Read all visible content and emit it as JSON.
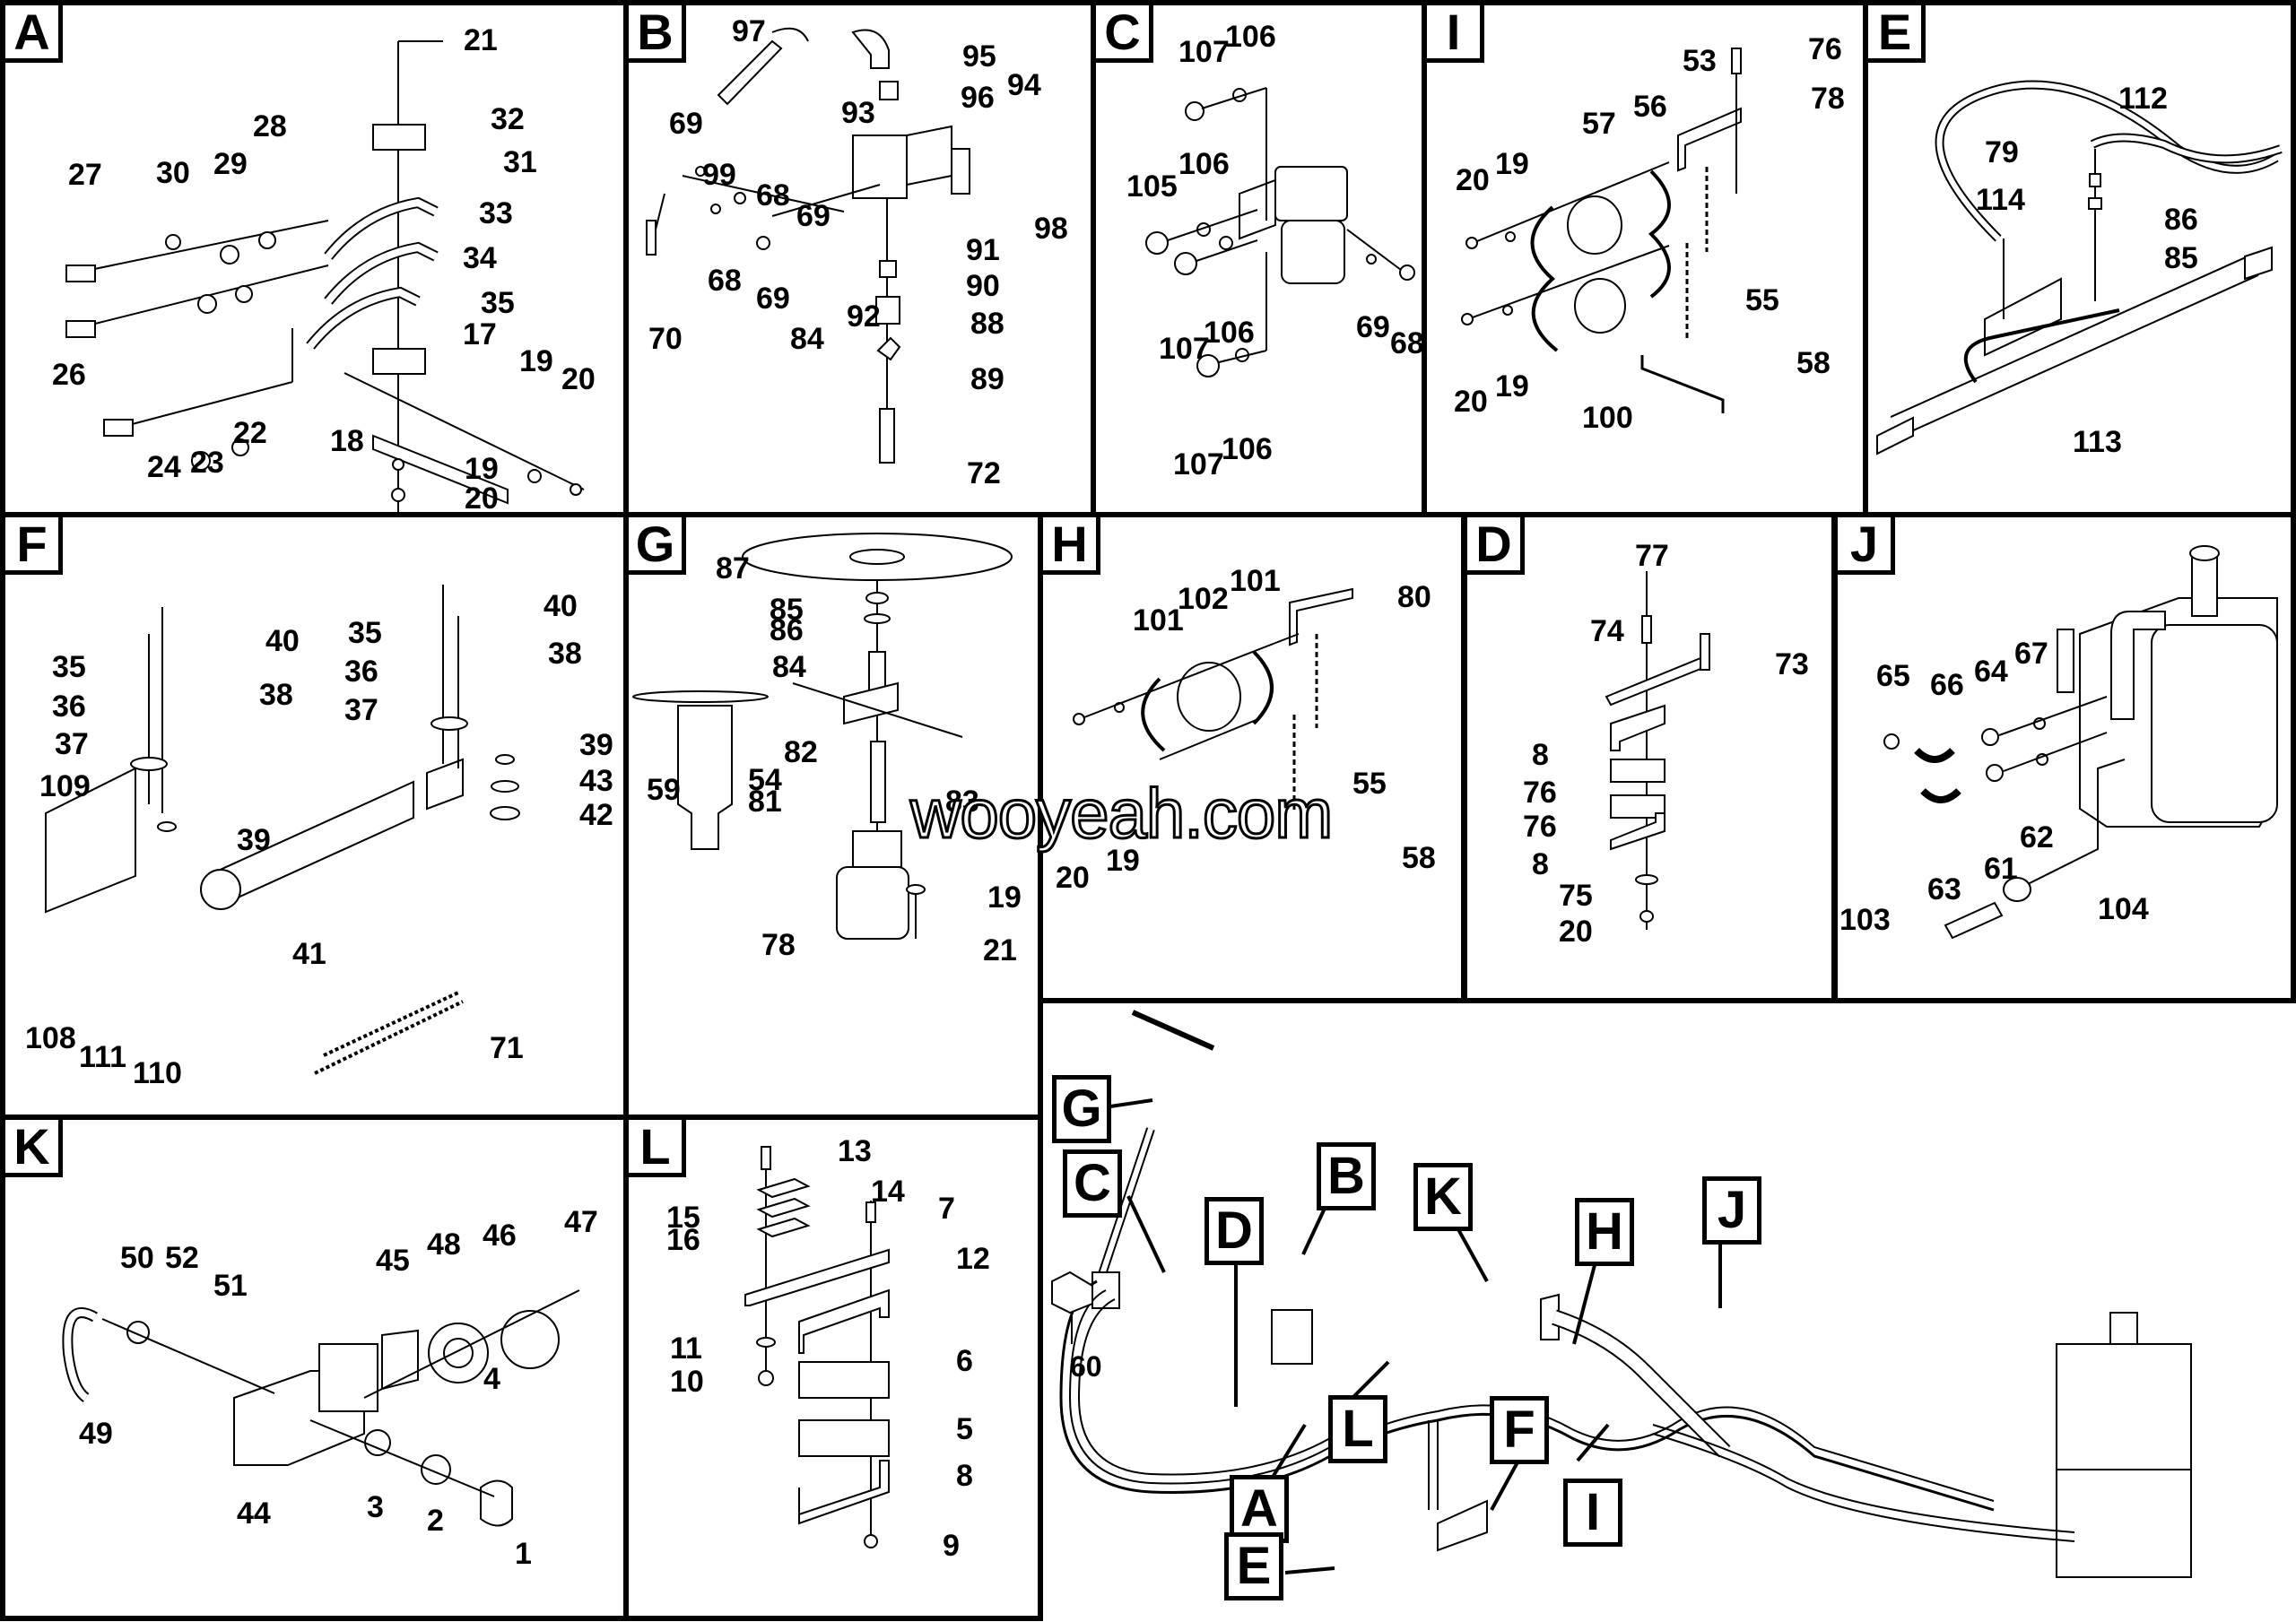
{
  "title": "Steering hydraulic system exploded parts diagram",
  "watermark": "wooyeah.com",
  "panels": {
    "A": {
      "tag": "A",
      "labels": [
        "21",
        "32",
        "31",
        "33",
        "34",
        "35",
        "17",
        "19",
        "20",
        "18",
        "19",
        "20",
        "27",
        "30",
        "29",
        "28",
        "26",
        "24",
        "23",
        "22"
      ]
    },
    "B": {
      "tag": "B",
      "labels": [
        "97",
        "95",
        "93",
        "96",
        "94",
        "69",
        "99",
        "68",
        "69",
        "98",
        "68",
        "69",
        "84",
        "92",
        "91",
        "90",
        "88",
        "89",
        "70",
        "72"
      ]
    },
    "C": {
      "tag": "C",
      "labels": [
        "107",
        "106",
        "105",
        "106",
        "107",
        "106",
        "69",
        "68",
        "107",
        "106"
      ]
    },
    "I": {
      "tag": "I",
      "labels": [
        "76",
        "53",
        "78",
        "57",
        "56",
        "20",
        "19",
        "55",
        "58",
        "20",
        "19",
        "100"
      ]
    },
    "E": {
      "tag": "E",
      "labels": [
        "112",
        "79",
        "114",
        "86",
        "85",
        "113"
      ]
    },
    "F": {
      "tag": "F",
      "labels": [
        "40",
        "35",
        "38",
        "36",
        "37",
        "40",
        "35",
        "38",
        "36",
        "37",
        "39",
        "43",
        "42",
        "109",
        "39",
        "41",
        "108",
        "111",
        "110",
        "71"
      ]
    },
    "G": {
      "tag": "G",
      "labels": [
        "87",
        "85",
        "86",
        "84",
        "82",
        "83",
        "54",
        "59",
        "81",
        "19",
        "78",
        "21"
      ]
    },
    "H": {
      "tag": "H",
      "labels": [
        "101",
        "102",
        "101",
        "80",
        "55",
        "58",
        "20",
        "19"
      ]
    },
    "D": {
      "tag": "D",
      "labels": [
        "77",
        "74",
        "73",
        "8",
        "76",
        "76",
        "8",
        "75",
        "20"
      ]
    },
    "J": {
      "tag": "J",
      "labels": [
        "65",
        "66",
        "64",
        "67",
        "63",
        "61",
        "62",
        "103",
        "104"
      ]
    },
    "K": {
      "tag": "K",
      "labels": [
        "50",
        "52",
        "51",
        "45",
        "48",
        "46",
        "47",
        "49",
        "4",
        "44",
        "3",
        "2",
        "1"
      ]
    },
    "L": {
      "tag": "L",
      "labels": [
        "13",
        "14",
        "7",
        "15",
        "16",
        "12",
        "11",
        "10",
        "6",
        "5",
        "8",
        "9"
      ]
    }
  },
  "overview": {
    "callouts": [
      "G",
      "C",
      "B",
      "K",
      "J",
      "H",
      "D",
      "L",
      "F",
      "A",
      "E",
      "I"
    ],
    "part_label": "60"
  }
}
